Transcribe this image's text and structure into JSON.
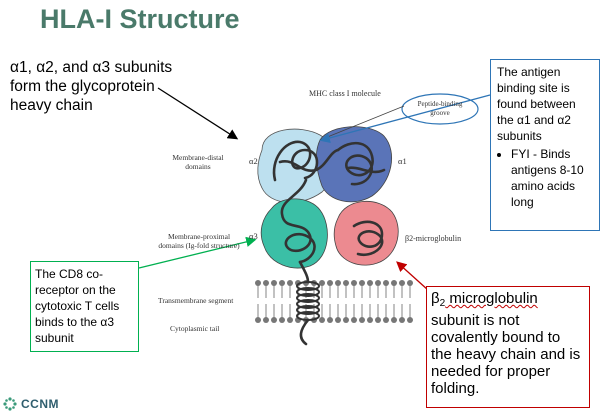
{
  "title": "HLA-I Structure",
  "left_note": "α1, α2, and α3 subunits form the glycoprotein heavy chain",
  "antigen_box": {
    "text": "The antigen binding site is found between the α1 and α2 subunits",
    "bullet": "FYI - Binds antigens 8-10 amino acids long"
  },
  "cd8_box": "The CD8 co-receptor on the cytotoxic T cells binds to the α3 subunit",
  "b2m_box": {
    "beta": "β",
    "sub": "2",
    "word": " microglobulin",
    "rest": "subunit is not covalently bound to the heavy chain and is needed for proper folding."
  },
  "diagram": {
    "mhc_label": "MHC class I molecule",
    "groove_label": "Peptide-binding groove",
    "distal_label": "Membrane-distal domains",
    "proximal_label": "Membrane-proximal domains (Ig-fold structure)",
    "transmembrane_label": "Transmembrane segment",
    "cyto_label": "Cytoplasmic tail",
    "a1": "α1",
    "a2": "α2",
    "a3": "α3",
    "b2m": "β2-microglobulin"
  },
  "logo": "CCNM",
  "colors": {
    "title": "#4a7a6a",
    "alpha1": "#5a74b8",
    "alpha2": "#bde0ef",
    "alpha3": "#3bbfa6",
    "b2m": "#ec8a90",
    "cd8_border": "#00b050",
    "antigen_border": "#2e75b6",
    "b2m_border": "#c00000"
  }
}
